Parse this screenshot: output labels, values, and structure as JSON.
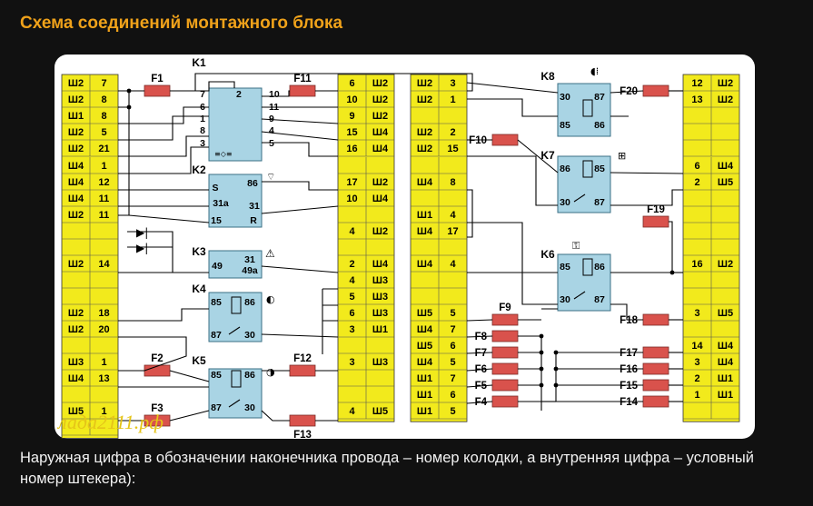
{
  "title": "Схема соединений монтажного блока",
  "caption": "Наружная цифра в обозначении наконечника провода – номер колодки, а внутренняя цифра – условный номер штекера):",
  "watermark": "лада2111.рф",
  "colors": {
    "background": "#111111",
    "title": "#f0a21a",
    "terminal": "#f2ea1c",
    "relay": "#a9d4e4",
    "fuse": "#d9524c",
    "wire": "#000000",
    "caption": "#f2f2f2"
  },
  "left_column": [
    [
      "Ш2",
      "7"
    ],
    [
      "Ш2",
      "8"
    ],
    [
      "Ш1",
      "8"
    ],
    [
      "Ш2",
      "5"
    ],
    [
      "Ш2",
      "21"
    ],
    [
      "Ш4",
      "1"
    ],
    [
      "Ш4",
      "12"
    ],
    [
      "Ш4",
      "11"
    ],
    [
      "Ш2",
      "11"
    ],
    [
      "",
      ""
    ],
    [
      "",
      ""
    ],
    [
      "Ш2",
      "14"
    ],
    [
      "",
      ""
    ],
    [
      "",
      ""
    ],
    [
      "Ш2",
      "18"
    ],
    [
      "Ш2",
      "20"
    ],
    [
      "",
      ""
    ],
    [
      "Ш3",
      "1"
    ],
    [
      "Ш4",
      "13"
    ],
    [
      "",
      ""
    ],
    [
      "Ш5",
      "1"
    ],
    [
      "",
      ""
    ]
  ],
  "mid_left_column": [
    [
      "6",
      "Ш2"
    ],
    [
      "10",
      "Ш2"
    ],
    [
      "9",
      "Ш2"
    ],
    [
      "15",
      "Ш4"
    ],
    [
      "16",
      "Ш4"
    ],
    [
      "",
      ""
    ],
    [
      "17",
      "Ш2"
    ],
    [
      "10",
      "Ш4"
    ],
    [
      "",
      ""
    ],
    [
      "4",
      "Ш2"
    ],
    [
      "",
      ""
    ],
    [
      "2",
      "Ш4"
    ],
    [
      "4",
      "Ш3"
    ],
    [
      "5",
      "Ш3"
    ],
    [
      "6",
      "Ш3"
    ],
    [
      "3",
      "Ш1"
    ],
    [
      "",
      ""
    ],
    [
      "3",
      "Ш3"
    ],
    [
      "",
      ""
    ],
    [
      "",
      ""
    ],
    [
      "4",
      "Ш5"
    ]
  ],
  "mid_right_column": [
    [
      "Ш2",
      "3"
    ],
    [
      "Ш2",
      "1"
    ],
    [
      "",
      ""
    ],
    [
      "Ш2",
      "2"
    ],
    [
      "Ш2",
      "15"
    ],
    [
      "",
      ""
    ],
    [
      "Ш4",
      "8"
    ],
    [
      "",
      ""
    ],
    [
      "Ш1",
      "4"
    ],
    [
      "Ш4",
      "17"
    ],
    [
      "",
      ""
    ],
    [
      "Ш4",
      "4"
    ],
    [
      "",
      ""
    ],
    [
      "",
      ""
    ],
    [
      "Ш5",
      "5"
    ],
    [
      "Ш4",
      "7"
    ],
    [
      "Ш5",
      "6"
    ],
    [
      "Ш4",
      "5"
    ],
    [
      "Ш1",
      "7"
    ],
    [
      "Ш1",
      "6"
    ],
    [
      "Ш1",
      "5"
    ]
  ],
  "right_column": [
    [
      "12",
      "Ш2"
    ],
    [
      "13",
      "Ш2"
    ],
    [
      "",
      ""
    ],
    [
      "",
      ""
    ],
    [
      "",
      ""
    ],
    [
      "6",
      "Ш4"
    ],
    [
      "2",
      "Ш5"
    ],
    [
      "",
      ""
    ],
    [
      "",
      ""
    ],
    [
      "",
      ""
    ],
    [
      "",
      ""
    ],
    [
      "16",
      "Ш2"
    ],
    [
      "",
      ""
    ],
    [
      "",
      ""
    ],
    [
      "3",
      "Ш5"
    ],
    [
      "",
      ""
    ],
    [
      "14",
      "Ш4"
    ],
    [
      "3",
      "Ш4"
    ],
    [
      "2",
      "Ш1"
    ],
    [
      "1",
      "Ш1"
    ],
    [
      "",
      ""
    ]
  ],
  "fuses": [
    "F1",
    "F2",
    "F3",
    "F4",
    "F5",
    "F6",
    "F7",
    "F8",
    "F9",
    "F10",
    "F11",
    "F12",
    "F13",
    "F14",
    "F15",
    "F16",
    "F17",
    "F18",
    "F19",
    "F20"
  ],
  "relays": {
    "K1": {
      "label": "K1",
      "pins": [
        "7",
        "6",
        "1",
        "8",
        "3",
        "2",
        "10",
        "11",
        "9",
        "4",
        "5"
      ]
    },
    "K2": {
      "label": "K2",
      "pins": [
        "S",
        "31a",
        "15",
        "86",
        "31",
        "R"
      ]
    },
    "K3": {
      "label": "K3",
      "pins": [
        "49",
        "31",
        "49a"
      ]
    },
    "K4": {
      "label": "K4",
      "pins": [
        "85",
        "86",
        "87",
        "30"
      ]
    },
    "K5": {
      "label": "K5",
      "pins": [
        "85",
        "86",
        "87",
        "30"
      ]
    },
    "K6": {
      "label": "K6",
      "pins": [
        "85",
        "86",
        "30",
        "87"
      ]
    },
    "K7": {
      "label": "K7",
      "pins": [
        "86",
        "85",
        "30",
        "87"
      ]
    },
    "K8": {
      "label": "K8",
      "pins": [
        "30",
        "87",
        "85",
        "86"
      ]
    }
  }
}
